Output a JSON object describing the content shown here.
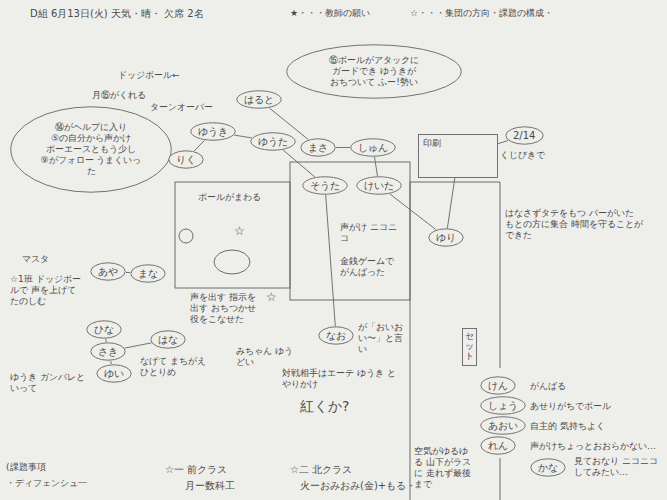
{
  "diagram": {
    "title": "D組 6月13日(火) 天気・晴・ 欠席 2名",
    "nodes": [
      {
        "text": [
          "⑭がヘルプに入り",
          "⑤の自分から声かけ",
          "ボーエースともう少し",
          "⑨がフォロー うまくいった"
        ]
      },
      {
        "text": [
          "⑮ボールがアタックに",
          "ガードでき ゆうきが",
          "おちついて ふー!勢い"
        ]
      },
      {
        "text": [
          "はると"
        ]
      },
      {
        "text": [
          "ゆうき"
        ]
      },
      {
        "text": [
          "りく"
        ]
      },
      {
        "text": [
          "ゆうた"
        ]
      },
      {
        "text": [
          "まさ"
        ]
      },
      {
        "text": [
          "しゅん"
        ]
      },
      {
        "text": [
          "そうた"
        ]
      },
      {
        "text": [
          "けいた"
        ]
      },
      {
        "text": [
          "ゆり"
        ]
      },
      {
        "text": [
          "あや"
        ]
      },
      {
        "text": [
          "まな"
        ]
      },
      {
        "text": [
          "ひな"
        ]
      },
      {
        "text": [
          "さき"
        ]
      },
      {
        "text": [
          "ゆい"
        ]
      },
      {
        "text": [
          "はな"
        ]
      },
      {
        "text": [
          "なお"
        ]
      },
      {
        "text": [
          "けん"
        ]
      },
      {
        "text": [
          "しょう"
        ]
      },
      {
        "text": [
          "あおい"
        ]
      },
      {
        "text": [
          "れん"
        ]
      },
      {
        "text": [
          "かな"
        ]
      },
      {
        "text": [
          "印刷"
        ]
      },
      {
        "text": [
          "2/14"
        ]
      },
      {
        "text": [
          "セット"
        ]
      }
    ],
    "edges": [
      {
        "from": 2,
        "to": 6,
        "arrow": "none"
      },
      {
        "from": 4,
        "to": 3,
        "arrow": "none"
      },
      {
        "from": 3,
        "to": 5,
        "arrow": "none"
      },
      {
        "from": 5,
        "to": 8,
        "arrow": "none"
      },
      {
        "from": 6,
        "to": 7,
        "arrow": "none"
      },
      {
        "from": 7,
        "to": 9,
        "arrow": "none"
      },
      {
        "from": 9,
        "to": 10,
        "arrow": "none"
      },
      {
        "from": 8,
        "to": 17,
        "arrow": "none"
      },
      {
        "from": 10,
        "to": 23,
        "arrow": "none"
      },
      {
        "from": 11,
        "to": 12,
        "arrow": "none"
      },
      {
        "from": 13,
        "to": 14,
        "arrow": "none"
      },
      {
        "from": 14,
        "to": 15,
        "arrow": "none"
      },
      {
        "from": 14,
        "to": 16,
        "arrow": "none"
      },
      {
        "from": 24,
        "to": 23,
        "arrow": "none"
      }
    ],
    "labels": [
      "ドッジボール←",
      "月⑮がくれる",
      "ターンオーバー",
      "ボールがまわる",
      "☆",
      "声がけ ニコニコ",
      "金銭ゲームで がんばった",
      "☆",
      "声を出す 指示を出す おちつかせ 役をこなせた",
      "マスタ",
      "☆1班 ドッジボールで 声を上げて たのしむ",
      "ゆうき ガンバレと いって",
      "なげて まちがえ ひとりめ",
      "が「おいおい〜」と言い",
      "みちゃん ゆうどい",
      "対戦相手はエーテ ゆうき とやりかけ",
      "紅くか?",
      "くじびきで",
      "はなさずタテをもつ パーがいた もとの方に集合 時間を守ることができた",
      "がんばる",
      "あせりがちでボール",
      "自主的 気持ちよく",
      "声がけちょっとおおらかない…",
      "見ておなり ニコニコしてみたい…",
      "空気がゆるゆる 山下がラスに 走れず最後まで",
      "(課題事項",
      "・ディフェンシュ一",
      "☆一 前クラス",
      "月ー数科工",
      "☆二 北クラス",
      "火ーおみおみ(金)+もる・"
    ],
    "legend": [
      {
        "text": "★・・・教師の願い"
      },
      {
        "text": "☆・・・集団の方向・課題の構成・"
      }
    ]
  }
}
